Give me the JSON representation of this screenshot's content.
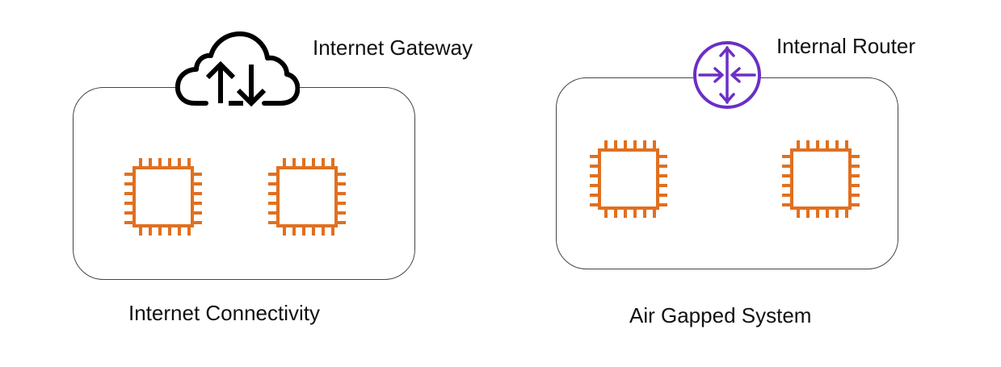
{
  "sections": [
    {
      "caption": "Internet Connectivity",
      "icon_label": "Internet Gateway",
      "icon": "cloud-upload-download-icon"
    },
    {
      "caption": "Air Gapped System",
      "icon_label": "Internal Router",
      "icon": "router-icon"
    }
  ],
  "icons": {
    "chip": "compute-instance-chip-icon"
  },
  "colors": {
    "chip": "#e07020",
    "router": "#6a2fc6",
    "cloud": "#000000",
    "box_border": "#444444"
  }
}
